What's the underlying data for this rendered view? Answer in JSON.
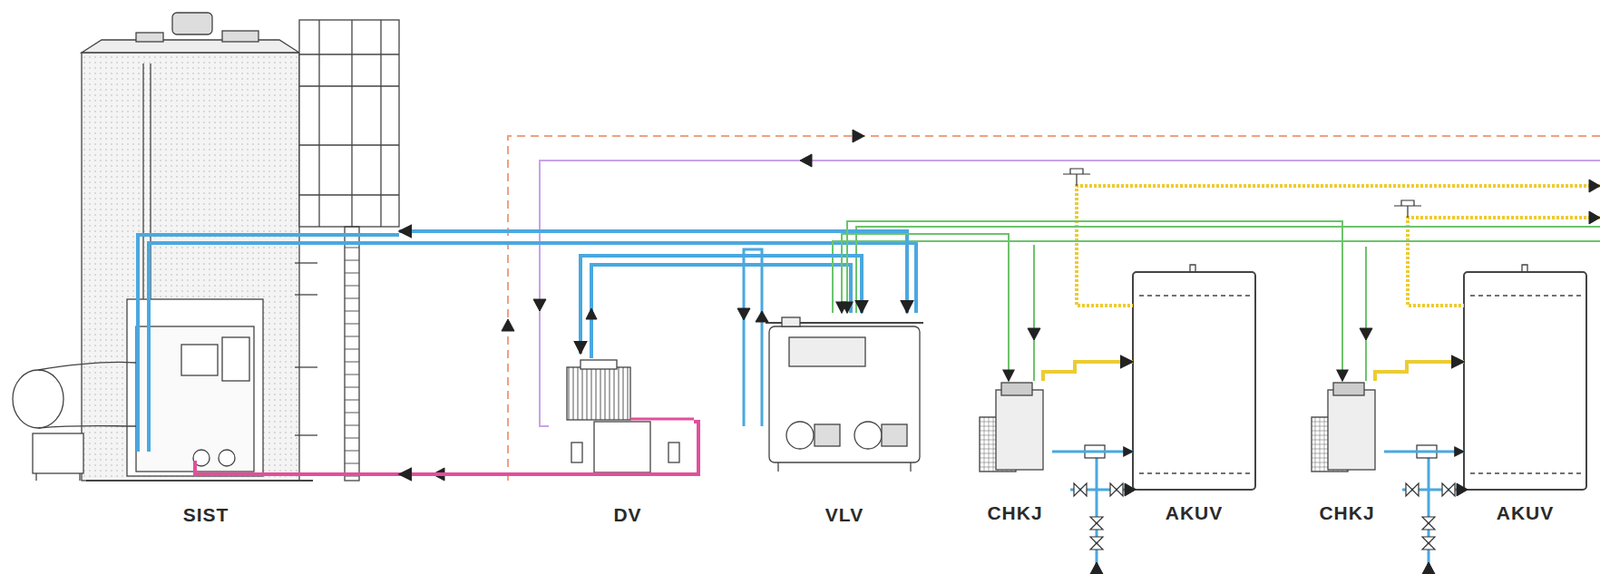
{
  "diagram": {
    "nodes": [
      {
        "text": [
          "SIST"
        ]
      },
      {
        "text": [
          "DV"
        ]
      },
      {
        "text": [
          "VLV"
        ]
      },
      {
        "text": [
          "CHKJ"
        ]
      },
      {
        "text": [
          "AKUV"
        ]
      },
      {
        "text": [
          "CHKJ"
        ]
      },
      {
        "text": [
          "AKUV"
        ]
      }
    ],
    "edges": [
      {
        "from": 1,
        "to": 0,
        "arrow": "to"
      },
      {
        "from": 2,
        "to": 0,
        "arrow": "both"
      },
      {
        "from": 1,
        "to": 2,
        "arrow": "both"
      },
      {
        "from": 2,
        "to": 3,
        "arrow": "both"
      },
      {
        "from": 2,
        "to": 5,
        "arrow": "both"
      },
      {
        "from": 3,
        "to": 4,
        "arrow": "to"
      },
      {
        "from": 3,
        "to": 4,
        "arrow": "to"
      },
      {
        "from": 5,
        "to": 6,
        "arrow": "to"
      },
      {
        "from": 5,
        "to": 6,
        "arrow": "to"
      }
    ]
  }
}
